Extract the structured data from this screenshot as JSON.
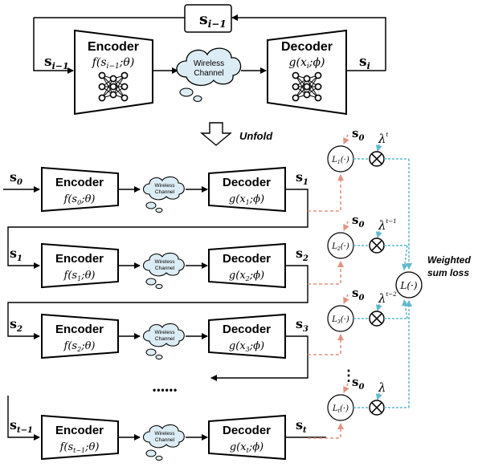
{
  "colors": {
    "stroke": "#000000",
    "cloud_fill": "#dcecf4",
    "red_dashed": "#e3927e",
    "blue_dashed": "#5fb8cf",
    "background": "#ffffff"
  },
  "top": {
    "feedback_label": "s",
    "feedback_sub": "i−1",
    "input_label": "s",
    "input_sub": "i−1",
    "output_label": "s",
    "output_sub": "i",
    "encoder_title": "Encoder",
    "encoder_formula": "f(s",
    "encoder_formula_sub": "i−1",
    "encoder_formula_rest": ";θ)",
    "decoder_title": "Decoder",
    "decoder_formula": "g(x",
    "decoder_formula_sub": "i",
    "decoder_formula_rest": ";ϕ)",
    "channel_line1": "Wireless",
    "channel_line2": "Channel"
  },
  "unfold_label": "Unfold",
  "rows": [
    {
      "in_label": "s",
      "in_sub": "0",
      "enc_title": "Encoder",
      "enc_formula": "f(s",
      "enc_sub": "0",
      "enc_rest": ";θ)",
      "dec_title": "Decoder",
      "dec_formula": "g(x",
      "dec_sub": "1",
      "dec_rest": ";ϕ)",
      "out_label": "s",
      "out_sub": "1"
    },
    {
      "in_label": "s",
      "in_sub": "1",
      "enc_title": "Encoder",
      "enc_formula": "f(s",
      "enc_sub": "1",
      "enc_rest": ";θ)",
      "dec_title": "Decoder",
      "dec_formula": "g(x",
      "dec_sub": "2",
      "dec_rest": ";ϕ)",
      "out_label": "s",
      "out_sub": "2"
    },
    {
      "in_label": "s",
      "in_sub": "2",
      "enc_title": "Encoder",
      "enc_formula": "f(s",
      "enc_sub": "2",
      "enc_rest": ";θ)",
      "dec_title": "Decoder",
      "dec_formula": "g(x",
      "dec_sub": "3",
      "dec_rest": ";ϕ)",
      "out_label": "s",
      "out_sub": "3"
    },
    {
      "in_label": "s",
      "in_sub": "t−1",
      "enc_title": "Encoder",
      "enc_formula": "f(s",
      "enc_sub": "t−1",
      "enc_rest": ";θ)",
      "dec_title": "Decoder",
      "dec_formula": "g(x",
      "dec_sub": "t",
      "dec_rest": ";ϕ)",
      "out_label": "s",
      "out_sub": "t"
    }
  ],
  "row_channel_line1": "Wireless",
  "row_channel_line2": "Channel",
  "ellipsis": "••••••",
  "vertical_dots": "⋮",
  "losses": [
    {
      "label": "L",
      "sub": "1",
      "args": "(·)",
      "s0": "s",
      "s0_sub": "0",
      "weight": "λ",
      "weight_sup": "t"
    },
    {
      "label": "L",
      "sub": "2",
      "args": "(·)",
      "s0": "s",
      "s0_sub": "0",
      "weight": "λ",
      "weight_sup": "t−1"
    },
    {
      "label": "L",
      "sub": "3",
      "args": "(·)",
      "s0": "s",
      "s0_sub": "0",
      "weight": "λ",
      "weight_sup": "t−2"
    },
    {
      "label": "L",
      "sub": "t",
      "args": "(·)",
      "s0": "s",
      "s0_sub": "0",
      "weight": "λ",
      "weight_sup": ""
    }
  ],
  "sum_loss": {
    "label": "L(·)",
    "caption_line1": "Weighted",
    "caption_line2": "sum loss"
  }
}
